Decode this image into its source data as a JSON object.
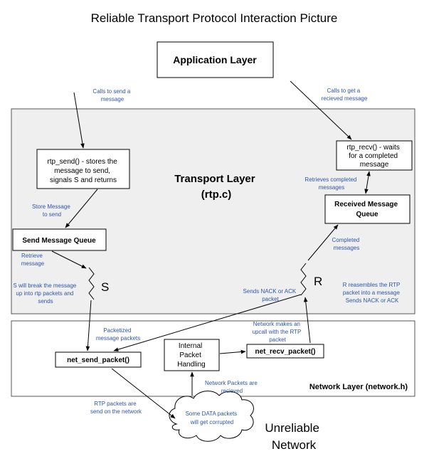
{
  "title": "Reliable Transport Protocol Interaction Picture",
  "application": {
    "label": "Application Layer"
  },
  "transport": {
    "label": [
      "Transport Layer",
      "(rtp.c)"
    ]
  },
  "network": {
    "label": "Network Layer (network.h)"
  },
  "unreliable": {
    "label": [
      "Unreliable",
      "Network"
    ]
  },
  "boxes": {
    "rtp_send": [
      "rtp_send() - stores the",
      "message to send,",
      "signals S and returns"
    ],
    "send_queue": "Send Message Queue",
    "rtp_recv": [
      "rtp_recv() - waits",
      "for a completed",
      "message"
    ],
    "recv_queue": [
      "Received Message",
      "Queue"
    ],
    "net_send": "net_send_packet()",
    "internal": [
      "Internal",
      "Packet",
      "Handling"
    ],
    "net_recv": "net_recv_packet()"
  },
  "threads": {
    "S": "S",
    "R": "R"
  },
  "cloud": [
    "Some DATA packets",
    "will get corrupted"
  ],
  "annotations": {
    "calls_send": [
      "Calls to send a",
      "message"
    ],
    "calls_get": [
      "Calls to get a",
      "recieved message"
    ],
    "store_msg": [
      "Store Message",
      "to send"
    ],
    "retrieve_completed": [
      "Retrieves completed",
      "messages"
    ],
    "retrieve_msg": [
      "Retrieve",
      "message"
    ],
    "completed_msgs": [
      "Completed",
      "messages"
    ],
    "s_breaks": [
      "S will break the message",
      "up into rtp packets and",
      "sends"
    ],
    "sends_nack": [
      "Sends NACK or ACK",
      "packet"
    ],
    "r_reassembles": [
      "R reasembles the RTP",
      "packet into a message",
      "Sends NACK or ACK"
    ],
    "packetized": [
      "Packetized",
      "message packets"
    ],
    "upcall": [
      "Network makes an",
      "upcall with the RTP",
      "packet"
    ],
    "net_recieved": [
      "Network Packets are",
      "recieved"
    ],
    "rtp_sent": [
      "RTP packets are",
      "send on the network"
    ]
  }
}
